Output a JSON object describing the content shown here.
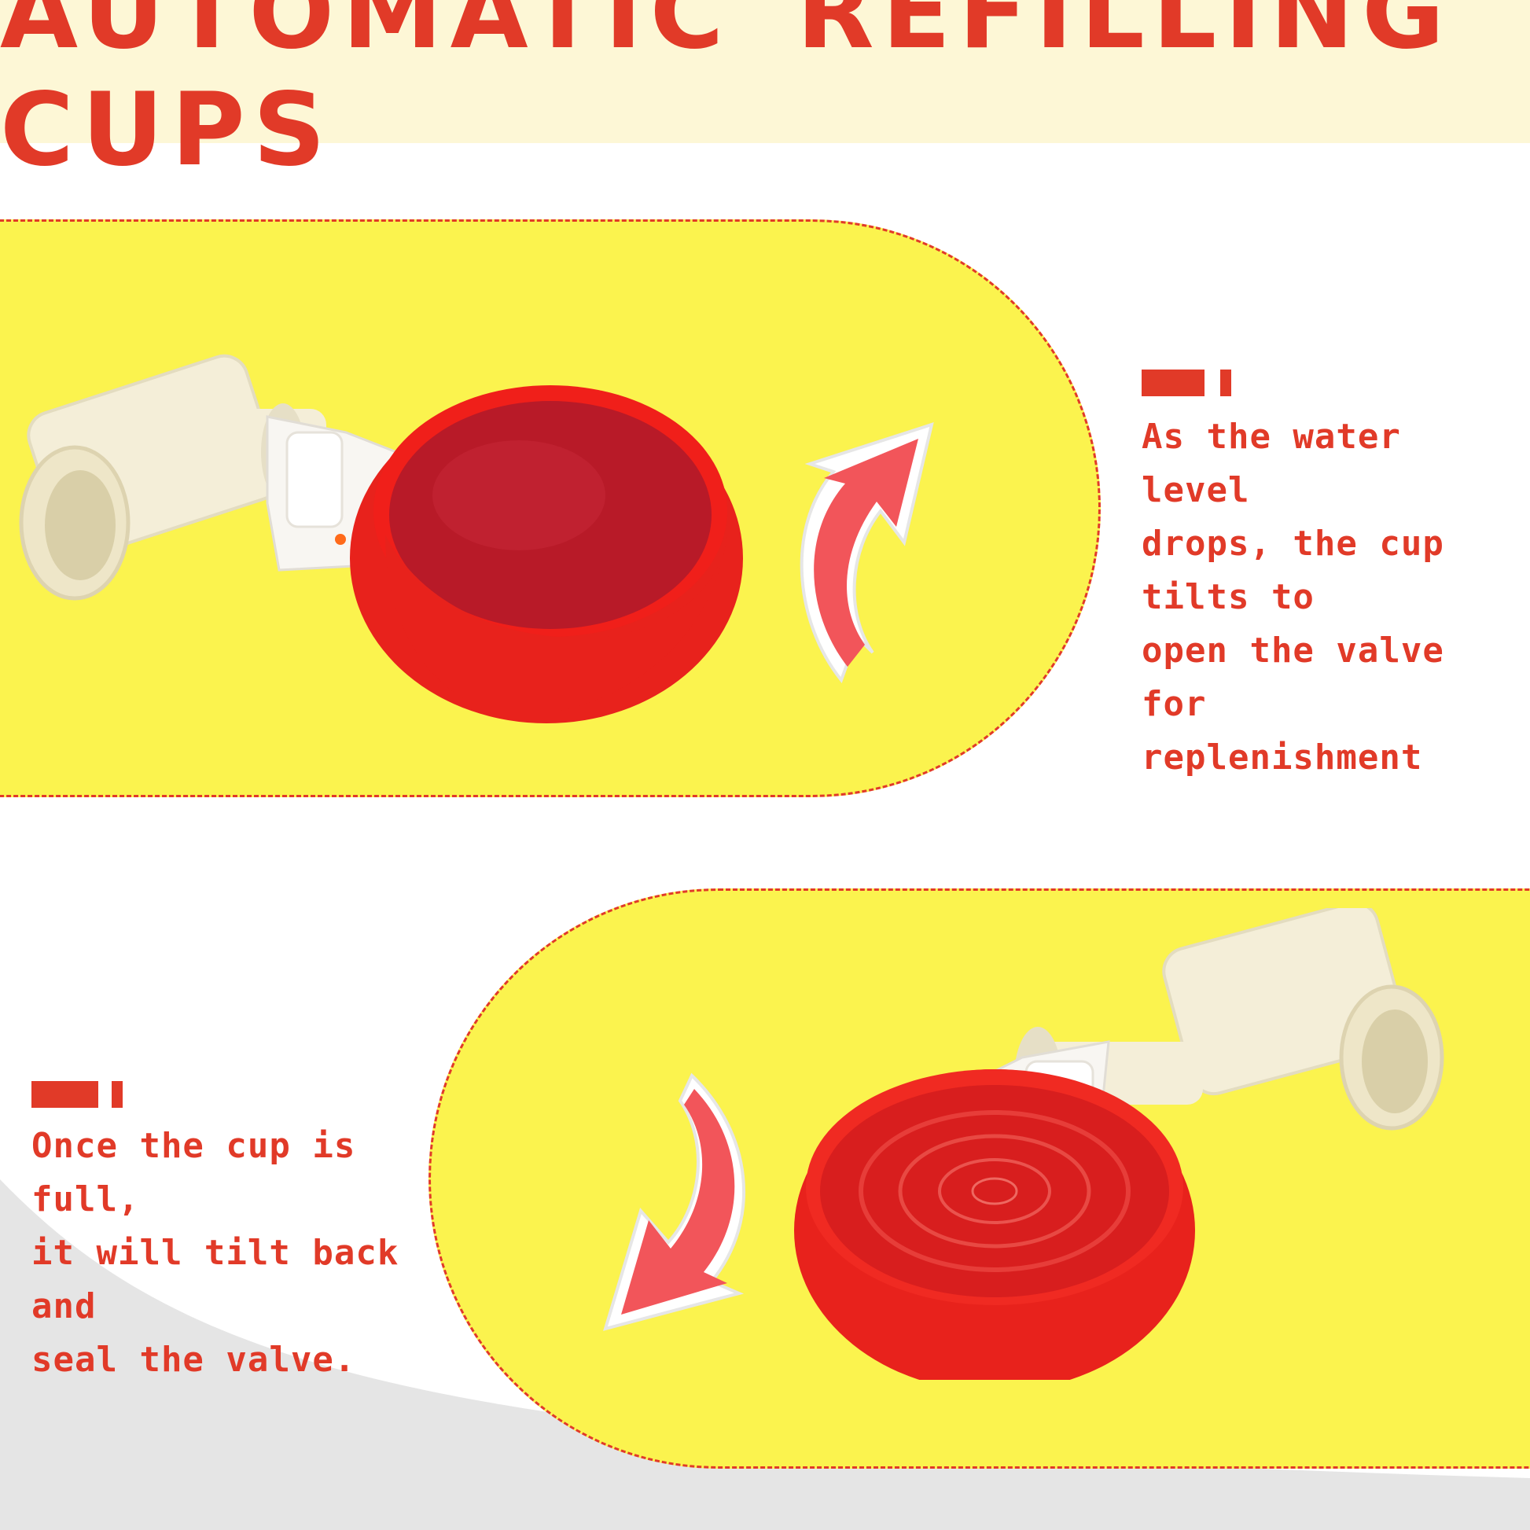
{
  "header": {
    "title": "AUTOMATIC REFILLING CUPS"
  },
  "step_fill": {
    "description": "As the water level\ndrops, the cup tilts to\nopen the valve for\nreplenishment"
  },
  "step_seal": {
    "description": "Once the cup is full,\nit will tilt back and\nseal the valve."
  },
  "colors": {
    "accent_red": "#e13a28",
    "panel_yellow": "#fbf34e",
    "header_cream": "#fdf7d6",
    "cup_red": "#e8221c",
    "fitting_cream": "#f4eed8"
  },
  "icons": {
    "top_arrow": "curved-arrow-up-icon",
    "bottom_arrow": "curved-arrow-down-icon"
  }
}
